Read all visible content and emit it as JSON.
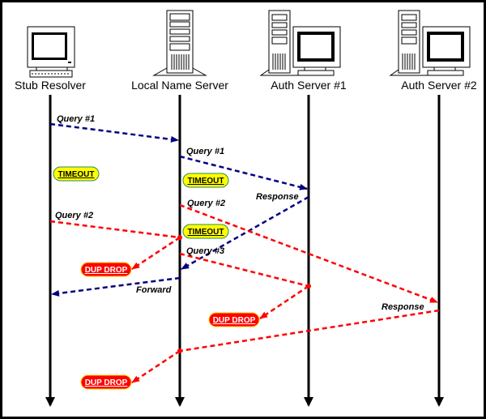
{
  "diagram": {
    "title": "DNS duplicate query handling sequence",
    "colors": {
      "first_attempt": "#000080",
      "retry": "#ff0000",
      "timeout_fill": "#ffff00",
      "timeout_border": "#2e8b57",
      "dup_drop_fill": "#ff0000",
      "dup_drop_border": "#ffcc00"
    },
    "participants": [
      {
        "id": "stub",
        "label": "Stub Resolver",
        "icon": "desktop-computer-icon"
      },
      {
        "id": "local",
        "label": "Local Name Server",
        "icon": "tower-server-icon"
      },
      {
        "id": "auth1",
        "label": "Auth Server #1",
        "icon": "server-with-monitor-icon"
      },
      {
        "id": "auth2",
        "label": "Auth Server #2",
        "icon": "server-with-monitor-icon"
      }
    ],
    "messages": [
      {
        "from": "stub",
        "to": "local",
        "label": "Query #1",
        "style": "first_attempt"
      },
      {
        "from": "local",
        "to": "auth1",
        "label": "Query #1",
        "style": "first_attempt"
      },
      {
        "from": "auth1",
        "to": "local",
        "label": "Response",
        "style": "first_attempt"
      },
      {
        "from": "local",
        "to": "stub",
        "label": "Forward",
        "style": "first_attempt"
      },
      {
        "from": "stub",
        "to": "local",
        "label": "Query #2",
        "style": "retry"
      },
      {
        "from": "local",
        "to": "auth2",
        "label": "Query #2",
        "style": "retry"
      },
      {
        "from": "local",
        "to": "stub-side",
        "label": "",
        "style": "retry",
        "result": "DUP DROP"
      },
      {
        "from": "local",
        "to": "auth1",
        "label": "Query #3",
        "style": "retry"
      },
      {
        "from": "auth1",
        "to": "local-side",
        "label": "",
        "style": "retry",
        "result": "DUP DROP"
      },
      {
        "from": "auth2",
        "to": "local",
        "label": "Response",
        "style": "retry"
      },
      {
        "from": "local",
        "to": "stub-side",
        "label": "",
        "style": "retry",
        "result": "DUP DROP"
      }
    ],
    "badges": {
      "timeout": "TIMEOUT",
      "dup_drop": "DUP DROP"
    },
    "labels": {
      "query1_a": "Query #1",
      "query1_b": "Query #1",
      "response1": "Response",
      "forward": "Forward",
      "query2_a": "Query #2",
      "query2_b": "Query #2",
      "query3": "Query #3",
      "response2": "Response"
    }
  }
}
